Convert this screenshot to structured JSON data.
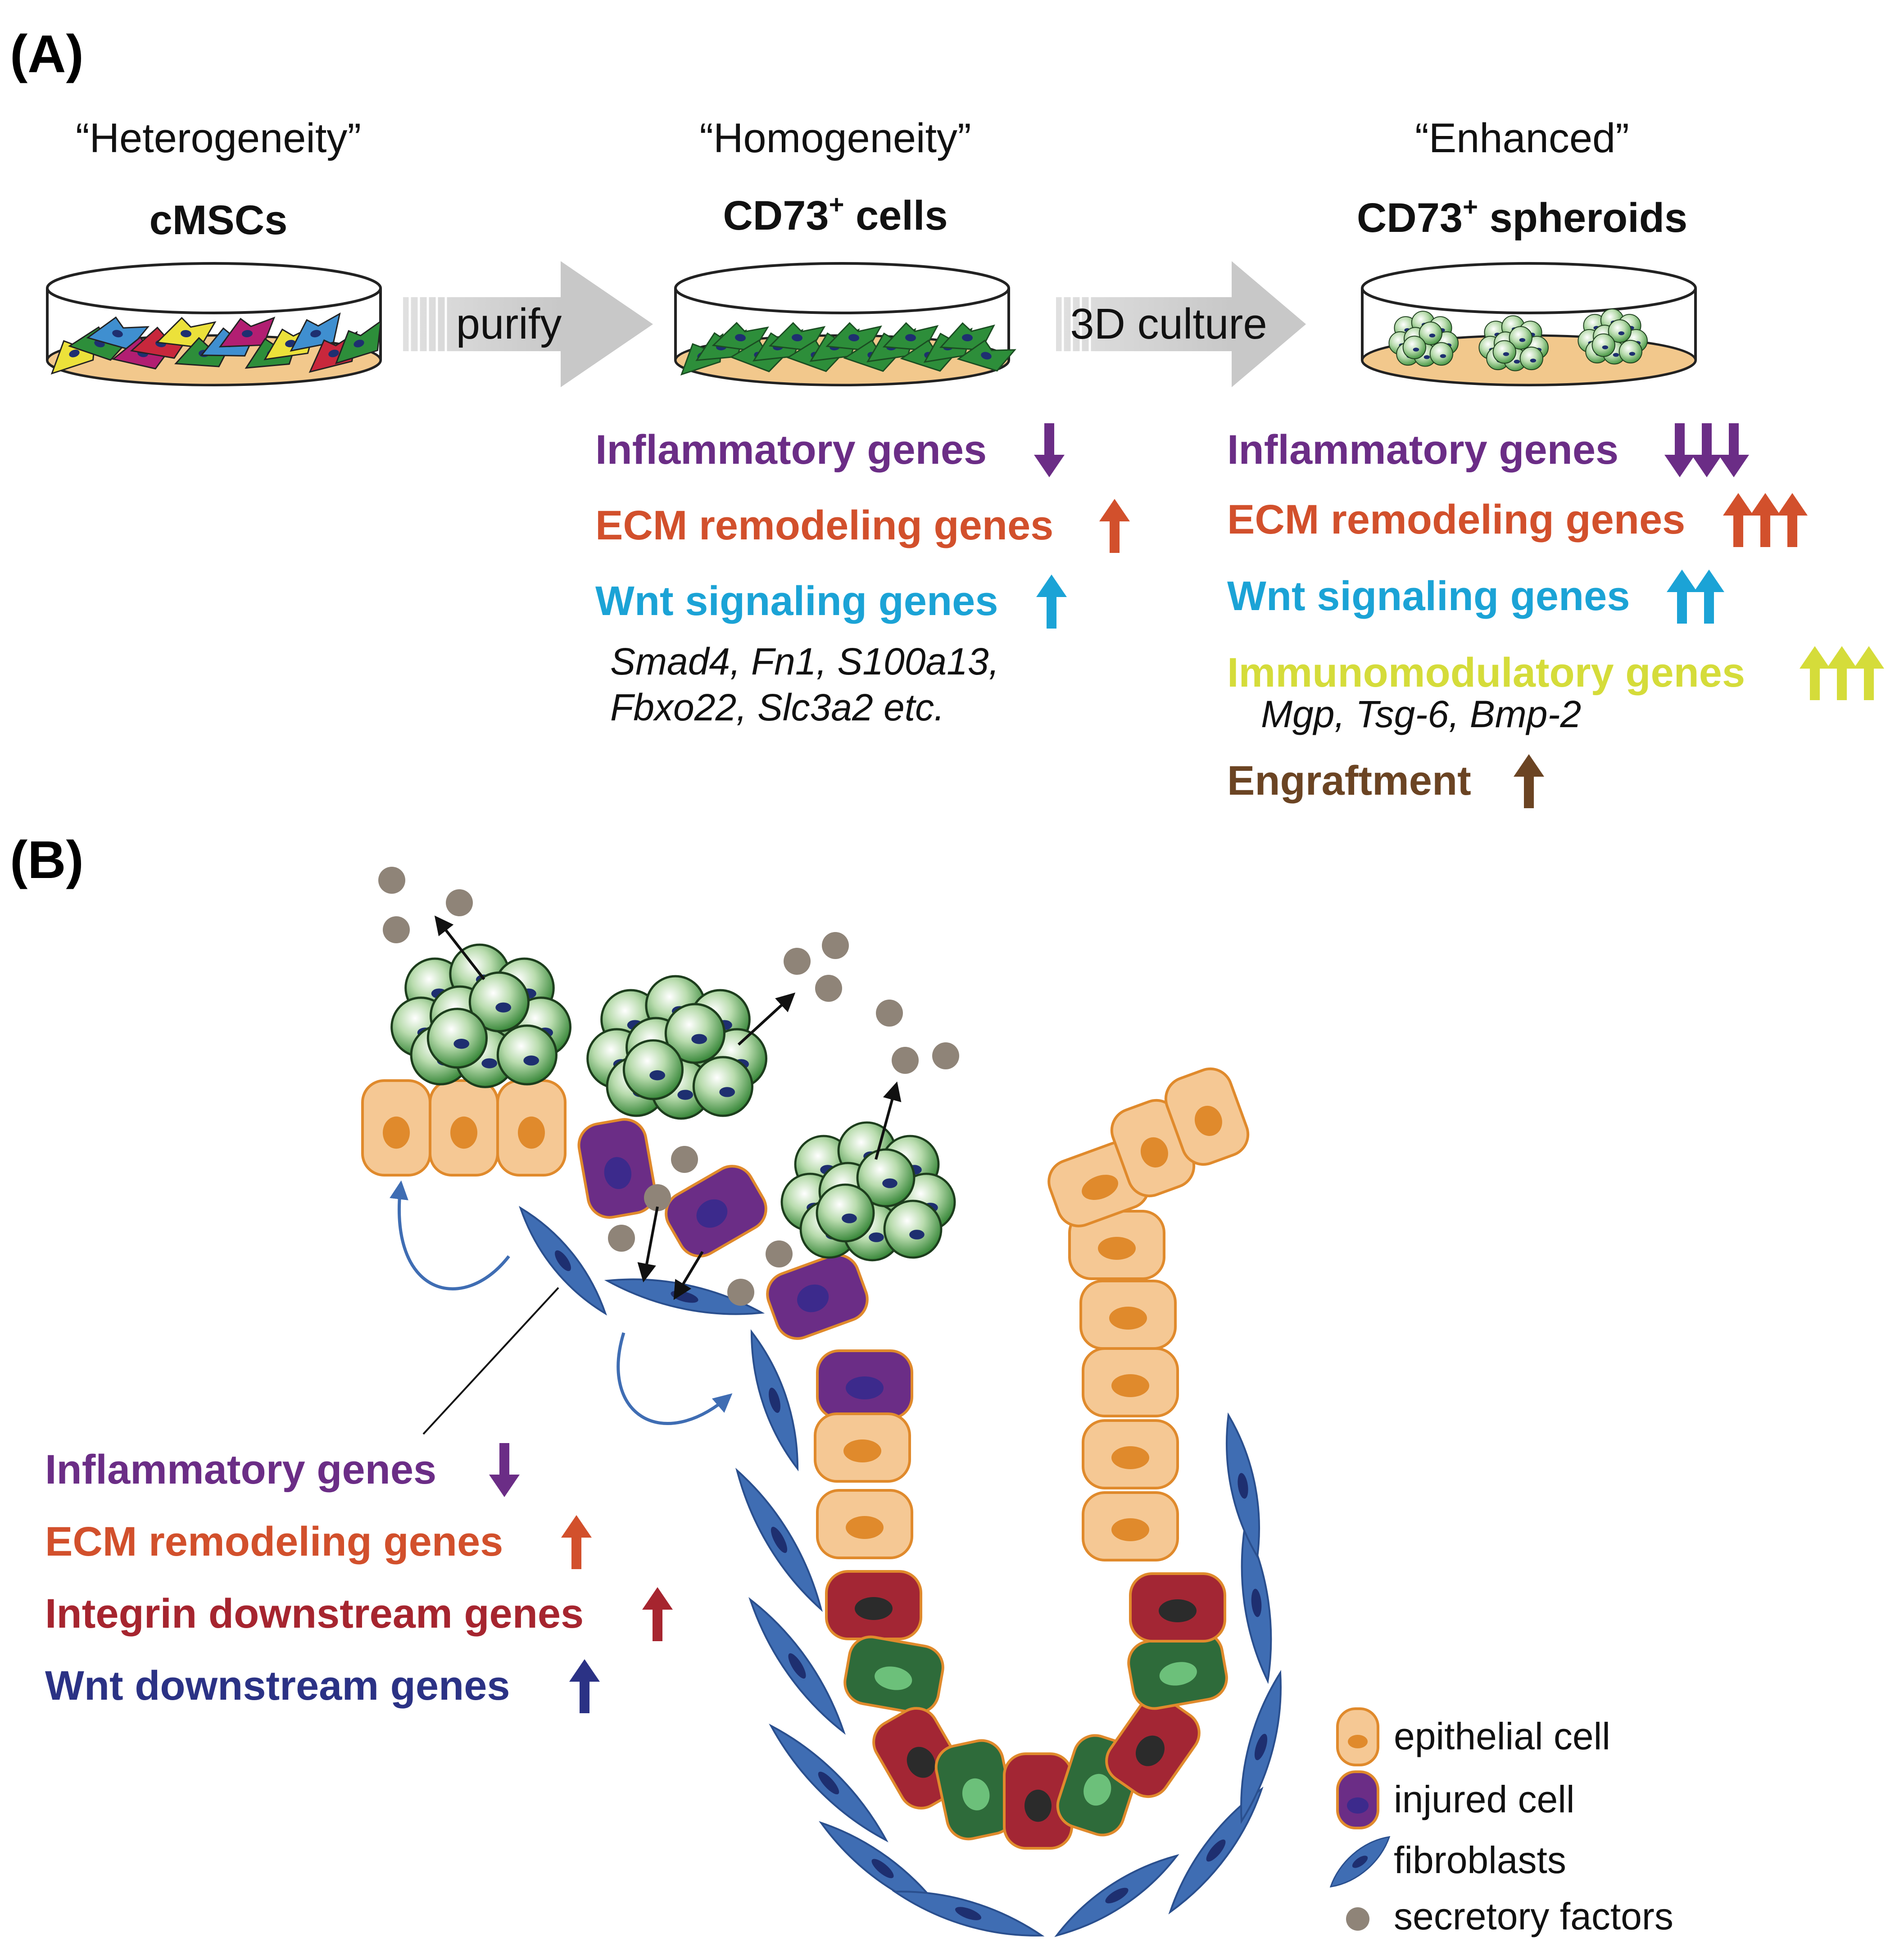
{
  "panelA": {
    "label": "(A)",
    "stages": [
      {
        "quote": "“Heterogeneity”",
        "title": "cMSCs",
        "sup": ""
      },
      {
        "quote": "“Homogeneity”",
        "title": "CD73",
        "sup": "+",
        "title2": " cells"
      },
      {
        "quote": "“Enhanced”",
        "title": "CD73",
        "sup": "+",
        "title2": " spheroids"
      }
    ],
    "arrows": [
      "purify",
      "3D culture"
    ],
    "middle_genes": [
      {
        "text": "Inflammatory genes",
        "color": "#6b2d86",
        "direction": "down",
        "count": 1
      },
      {
        "text": "ECM remodeling genes",
        "color": "#d2502c",
        "direction": "up",
        "count": 1
      },
      {
        "text": "Wnt signaling genes",
        "color": "#1ba3d6",
        "direction": "up",
        "count": 1
      }
    ],
    "middle_examples": [
      "Smad4, Fn1, S100a13,",
      "Fbxo22, Slc3a2 etc."
    ],
    "right_genes": [
      {
        "text": "Inflammatory genes",
        "color": "#6b2d86",
        "direction": "down",
        "count": 3
      },
      {
        "text": "ECM remodeling genes",
        "color": "#d2502c",
        "direction": "up",
        "count": 3
      },
      {
        "text": "Wnt signaling genes",
        "color": "#1ba3d6",
        "direction": "up",
        "count": 2
      },
      {
        "text": "Immunomodulatory genes",
        "color": "#d5dc3a",
        "direction": "up",
        "count": 3
      }
    ],
    "right_examples": "Mgp, Tsg-6, Bmp-2",
    "engraftment": {
      "text": "Engraftment",
      "color": "#6b4423",
      "direction": "up",
      "count": 1
    }
  },
  "panelB": {
    "label": "(B)",
    "fibroblast_genes": [
      {
        "text": "Inflammatory genes",
        "color": "#6b2d86",
        "direction": "down"
      },
      {
        "text": "ECM remodeling genes",
        "color": "#d2502c",
        "direction": "up"
      },
      {
        "text": "Integrin downstream genes",
        "color": "#a6252f",
        "direction": "up"
      },
      {
        "text": "Wnt downstream genes",
        "color": "#2b3285",
        "direction": "up"
      }
    ],
    "legend": [
      {
        "label": "epithelial cell",
        "icon": "epithelial-cell-icon"
      },
      {
        "label": "injured cell",
        "icon": "injured-cell-icon"
      },
      {
        "label": "fibroblasts",
        "icon": "fibroblast-icon"
      },
      {
        "label": "secretory factors",
        "icon": "secretory-factor-icon"
      }
    ]
  },
  "colors": {
    "epithelial_fill": "#f5c894",
    "epithelial_stroke": "#e08a2c",
    "injured_fill": "#6b2d86",
    "fibroblast": "#3f6db3",
    "secretory": "#8f8478",
    "dark_red_cell": "#a32634",
    "dark_green_cell": "#2e6b3a"
  }
}
